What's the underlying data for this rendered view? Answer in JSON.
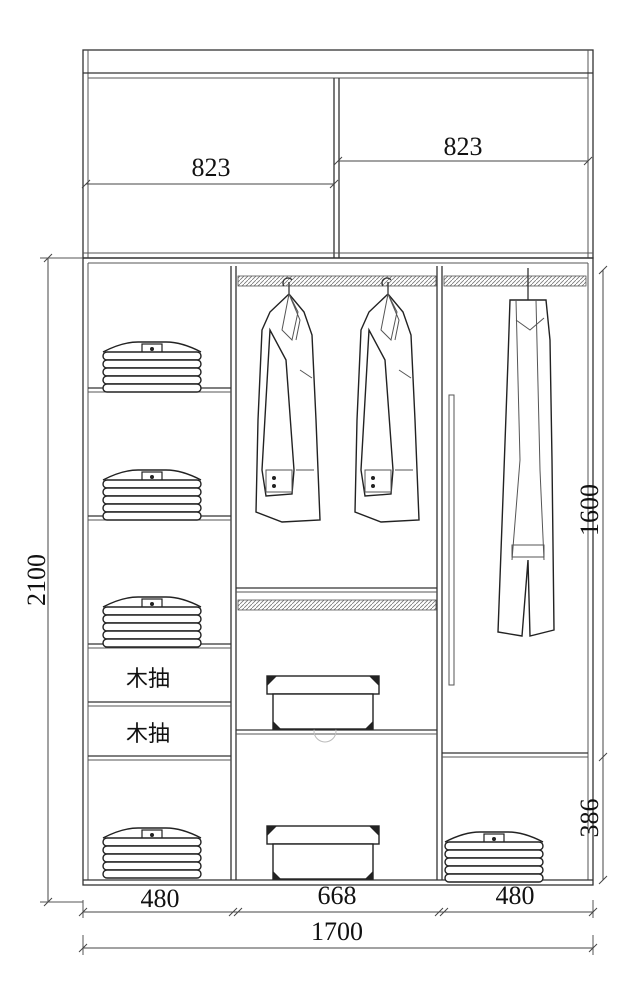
{
  "dimensions": {
    "top_left_width": "823",
    "top_right_width": "823",
    "total_height": "2100",
    "hanging_height": "1600",
    "bottom_right_height": "386",
    "left_column_width": "480",
    "middle_column_width": "668",
    "right_column_width": "480",
    "total_width": "1700"
  },
  "drawers": [
    {
      "label": "木抽"
    },
    {
      "label": "木抽"
    }
  ]
}
